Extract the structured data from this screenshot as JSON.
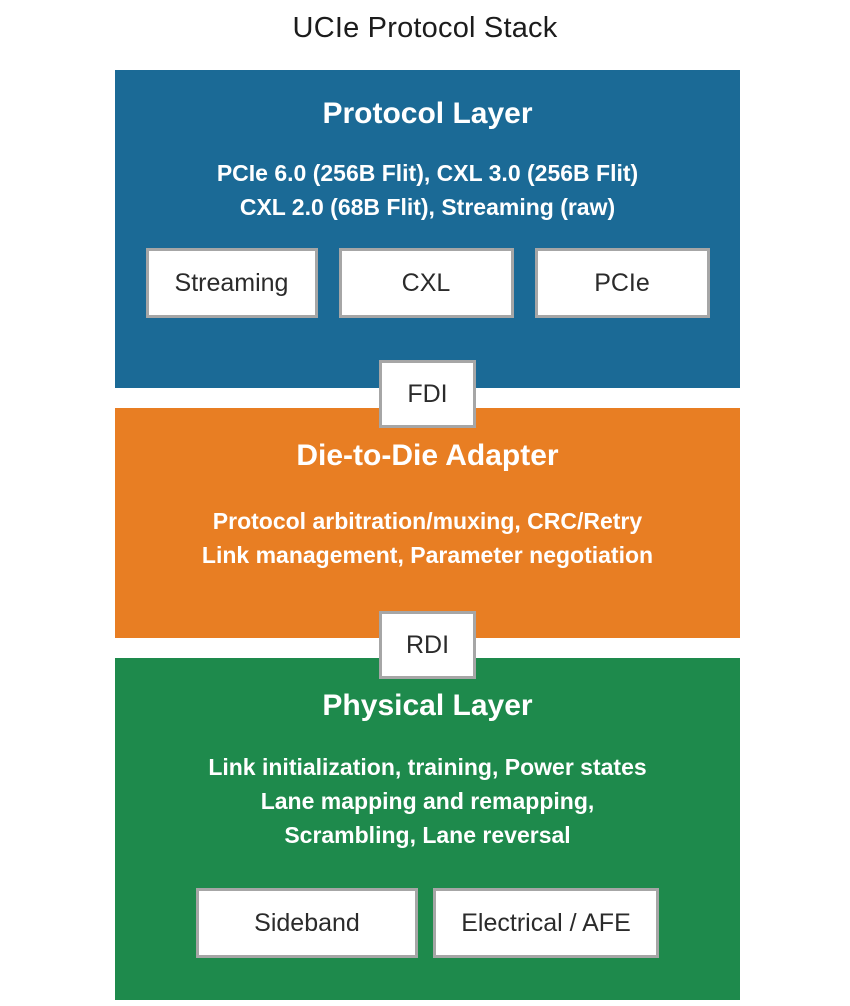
{
  "title": "UCIe Protocol Stack",
  "colors": {
    "protocol_layer": "#1B6A96",
    "adapter_layer": "#E87E23",
    "physical_layer": "#1E8A4C",
    "box_border": "#A6A6A6",
    "dark_text": "#2B2B2B",
    "white_text": "#FFFFFF"
  },
  "layers": {
    "protocol": {
      "title": "Protocol Layer",
      "desc_line1": "PCIe 6.0 (256B Flit), CXL 3.0 (256B Flit)",
      "desc_line2": "CXL 2.0 (68B Flit), Streaming (raw)",
      "boxes": [
        "Streaming",
        "CXL",
        "PCIe"
      ]
    },
    "adapter": {
      "title": "Die-to-Die Adapter",
      "desc_line1": "Protocol arbitration/muxing, CRC/Retry",
      "desc_line2": "Link management, Parameter negotiation"
    },
    "physical": {
      "title": "Physical Layer",
      "desc_line1": "Link initialization, training, Power states",
      "desc_line2": "Lane mapping and remapping,",
      "desc_line3": "Scrambling, Lane reversal",
      "boxes": [
        "Sideband",
        "Electrical / AFE"
      ]
    }
  },
  "interfaces": {
    "fdi": "FDI",
    "rdi": "RDI"
  }
}
